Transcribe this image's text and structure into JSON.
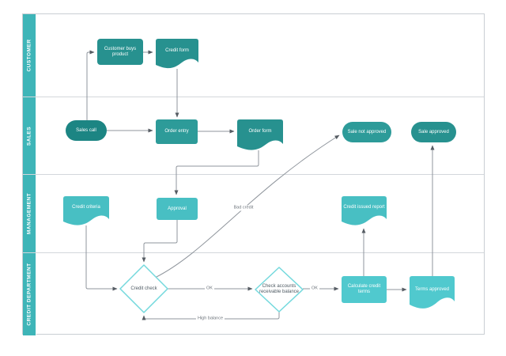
{
  "lanes": [
    {
      "label": "CUSTOMER"
    },
    {
      "label": "SALES"
    },
    {
      "label": "MANAGEMENT"
    },
    {
      "label": "CREDIT DEPARTMENT"
    }
  ],
  "nodes": {
    "customer_buys_product": "Customer buys product",
    "credit_form": "Credit form",
    "sales_call": "Sales call",
    "order_entry": "Order entry",
    "order_form": "Order form",
    "sale_not_approved": "Sale not approved",
    "sale_approved": "Sale approved",
    "credit_criteria": "Credit criteria",
    "approval": "Approval",
    "credit_issued_report": "Credit issued report",
    "credit_check": "Credit check",
    "check_accounts": "Check accounts receivable balance",
    "calculate_credit_terms": "Calculate credit terms",
    "terms_approved": "Terms approved"
  },
  "edge_labels": {
    "ok1": "OK",
    "ok2": "OK",
    "bad_credit": "Bad credit",
    "high_balance": "High balance"
  },
  "colors": {
    "lane_strip": "#3eb5b8",
    "teal_dark": "#1c8583",
    "teal_mid": "#27918f",
    "teal_mid2": "#2d9b99",
    "teal_light": "#48bfc3",
    "cyan_bright": "#50c9ce",
    "diamond_border": "#74d9dd",
    "connector": "#8f959c"
  }
}
